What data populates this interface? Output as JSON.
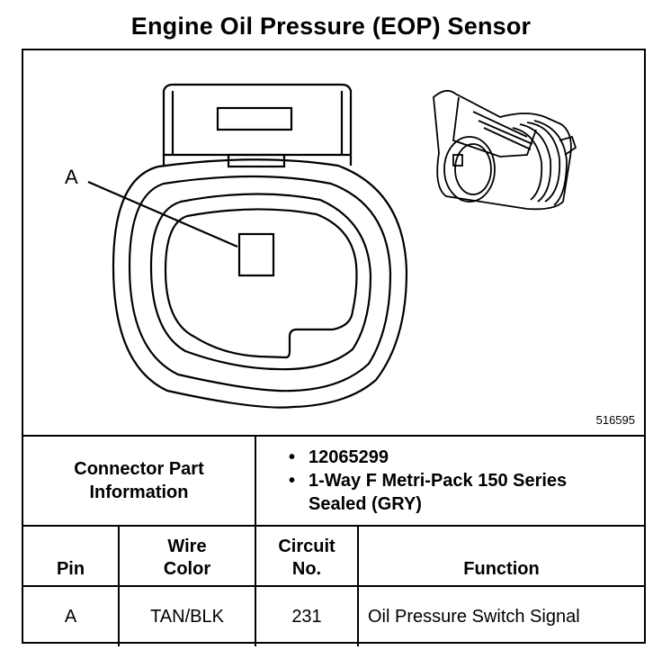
{
  "title": "Engine Oil Pressure (EOP) Sensor",
  "figure": {
    "pin_callout": "A",
    "figure_number": "516595"
  },
  "connector_info": {
    "label": "Connector Part Information",
    "bullets": [
      "12065299",
      "1-Way F Metri-Pack 150 Series Sealed (GRY)"
    ]
  },
  "pin_table": {
    "headers": [
      "Pin",
      "Wire Color",
      "Circuit No.",
      "Function"
    ],
    "rows": [
      {
        "pin": "A",
        "wire_color": "TAN/BLK",
        "circuit": "231",
        "function": "Oil Pressure Switch Signal"
      }
    ]
  }
}
